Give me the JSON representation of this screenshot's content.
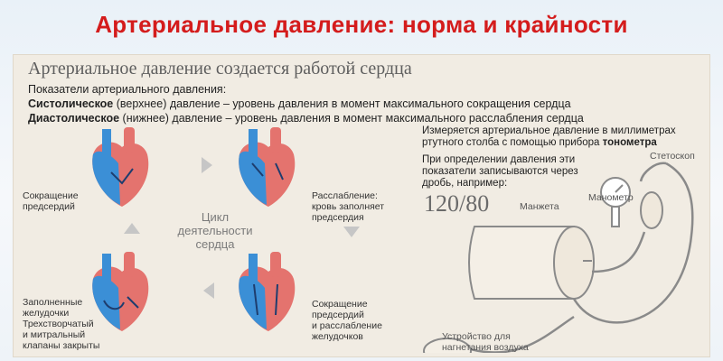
{
  "header": {
    "title": "Артериальное давление: норма и крайности"
  },
  "panel": {
    "subtitle": "Артериальное давление создается работой сердца",
    "intro": "Показатели артериального давления:",
    "systolic": {
      "term": "Систолическое",
      "rest": " (верхнее) давление – уровень давления в момент максимального сокращения сердца"
    },
    "diastolic": {
      "term": "Диастолическое",
      "rest": " (нижнее) давление – уровень давления в момент максимального расслабления сердца"
    }
  },
  "cycle": {
    "center_label": "Цикл\nдеятельности\nсердца",
    "stages": [
      {
        "label": "Сокращение\nпредсердий"
      },
      {
        "label": "Расслабление:\nкровь заполняет\nпредсердия"
      },
      {
        "label": "Заполненные\nжелудочки\nТрехстворчатый\nи митральный\nклапаны закрыты"
      },
      {
        "label": "Сокращение\nпредсердий\nи расслабление\nжелудочков"
      }
    ],
    "colors": {
      "venous": "#3b8fd6",
      "arterial": "#e4736e",
      "arrow": "#c6c6c6"
    }
  },
  "measurement": {
    "text_main": "Измеряется артериальное давление в миллиметрах ртутного столба с помощью прибора ",
    "device_name": "тонометра",
    "record_text": "При определении давления эти показатели записываются через дробь, например:",
    "example_value": "120/80",
    "labels": {
      "stethoscope": "Стетоскоп",
      "cuff": "Манжета",
      "manometer": "Манометр",
      "pump": "Устройство для\nнагнетания воздуха"
    }
  }
}
